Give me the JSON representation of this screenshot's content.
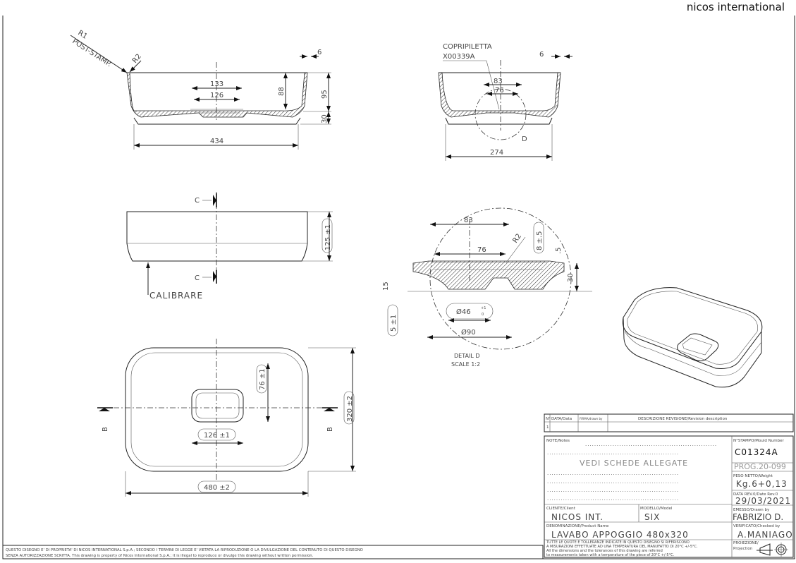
{
  "brand": "nicos international",
  "view_front": {
    "r1": "R1",
    "post_stamp": "POST-STAMP.",
    "r2": "R2",
    "rim": "6",
    "d133": "133",
    "d126": "126",
    "d88": "88",
    "d95": "95",
    "d30": "30",
    "d434": "434"
  },
  "view_side": {
    "copripiletta": "COPRIPILETTA",
    "code": "X00339A",
    "rim": "6",
    "d83": "83",
    "d76": "76",
    "d274": "274",
    "detail_marker": "D"
  },
  "view_elevation": {
    "section_top": "C",
    "section_bottom": "C",
    "height": "125 ±1",
    "calibrare": "CALIBRARE"
  },
  "detail_d": {
    "d83": "83",
    "d76": "76",
    "r2": "R2",
    "d8": "8 ±.5",
    "d05": ".5",
    "d30": "30",
    "d15": "15",
    "d5": "5 ±1",
    "d46": "Ø46",
    "d46_tol_up": "+1",
    "d46_tol_low": "0",
    "d90": "Ø90",
    "title": "DETAIL D",
    "scale": "SCALE 1:2"
  },
  "view_plan": {
    "d76": "76 ±1",
    "d320": "320 ±2",
    "d126": "126 ±1",
    "d480": "480 ±2",
    "section_left": "B",
    "section_right": "B"
  },
  "title_block": {
    "rev_headers": [
      "N°",
      "DATA/Data",
      "FIRMA/drawn by",
      "DESCRIZIONE REVISIONE/Revision description"
    ],
    "rev_row_no": "1",
    "notes_label": "NOTE/Notes",
    "notes_dots": "..........................................................",
    "notes_text": "VEDI SCHEDE ALLEGATE",
    "mould_label": "N°STAMPO/Mould Number",
    "mould_number": "C01324A",
    "prog": "PROG.20-099",
    "weight_label": "PESO NETTO/Weight",
    "weight": "Kg.6+0,13",
    "date_label": "DATA REV.0/Date Rev.0",
    "date": "29/03/2021",
    "client_label": "CLIENTE/Client",
    "client": "NICOS INT.",
    "model_label": "MODELLO/Model",
    "model": "SIX",
    "drawn_label": "EMESSO/Drawn by",
    "drawn": "FABRIZIO D.",
    "product_label": "DENOMINAZIONE/Product Name",
    "product": "LAVABO APPOGGIO 480x320",
    "checked_label": "VERIFICATO/Checked by",
    "checked": "A.MANIAGO",
    "tol_it_1": "TUTTE LE QUOTE E TOLLERANZE INDICATE IN QUESTO DISEGNO SI RIFERISCONO",
    "tol_it_2": "A MISURAZIONI EFFETTUATE AD UNA TEMPERATURA DEL MANUFATTO DI 20°C +/-5°C.",
    "tol_en_1": "All the dimensions and the tolerances of this drawing are referred",
    "tol_en_2": "to measurements taken with a temperature of the piece of 20°C +/-5°C.",
    "projection_label_1": "PROIEZIONE/",
    "projection_label_2": "Projection"
  },
  "disclaimer": {
    "line1": "QUESTO DISEGNO E' DI PROPRIETA' DI NICOS INTERNATIONAL S.p.A.; SECONDO I TERMINI DI LEGGE E' VIETATA LA RIPRODUZIONE O LA DIVULGAZIONE DEL CONTENUTO DI QUESTO DISEGNO",
    "line2": "SENZA AUTORIZZAZIONE SCRITTA. This drawing is property of Nicos International S.p.A.; it is illegal to reproduce or divulge this drawing without written permission."
  }
}
